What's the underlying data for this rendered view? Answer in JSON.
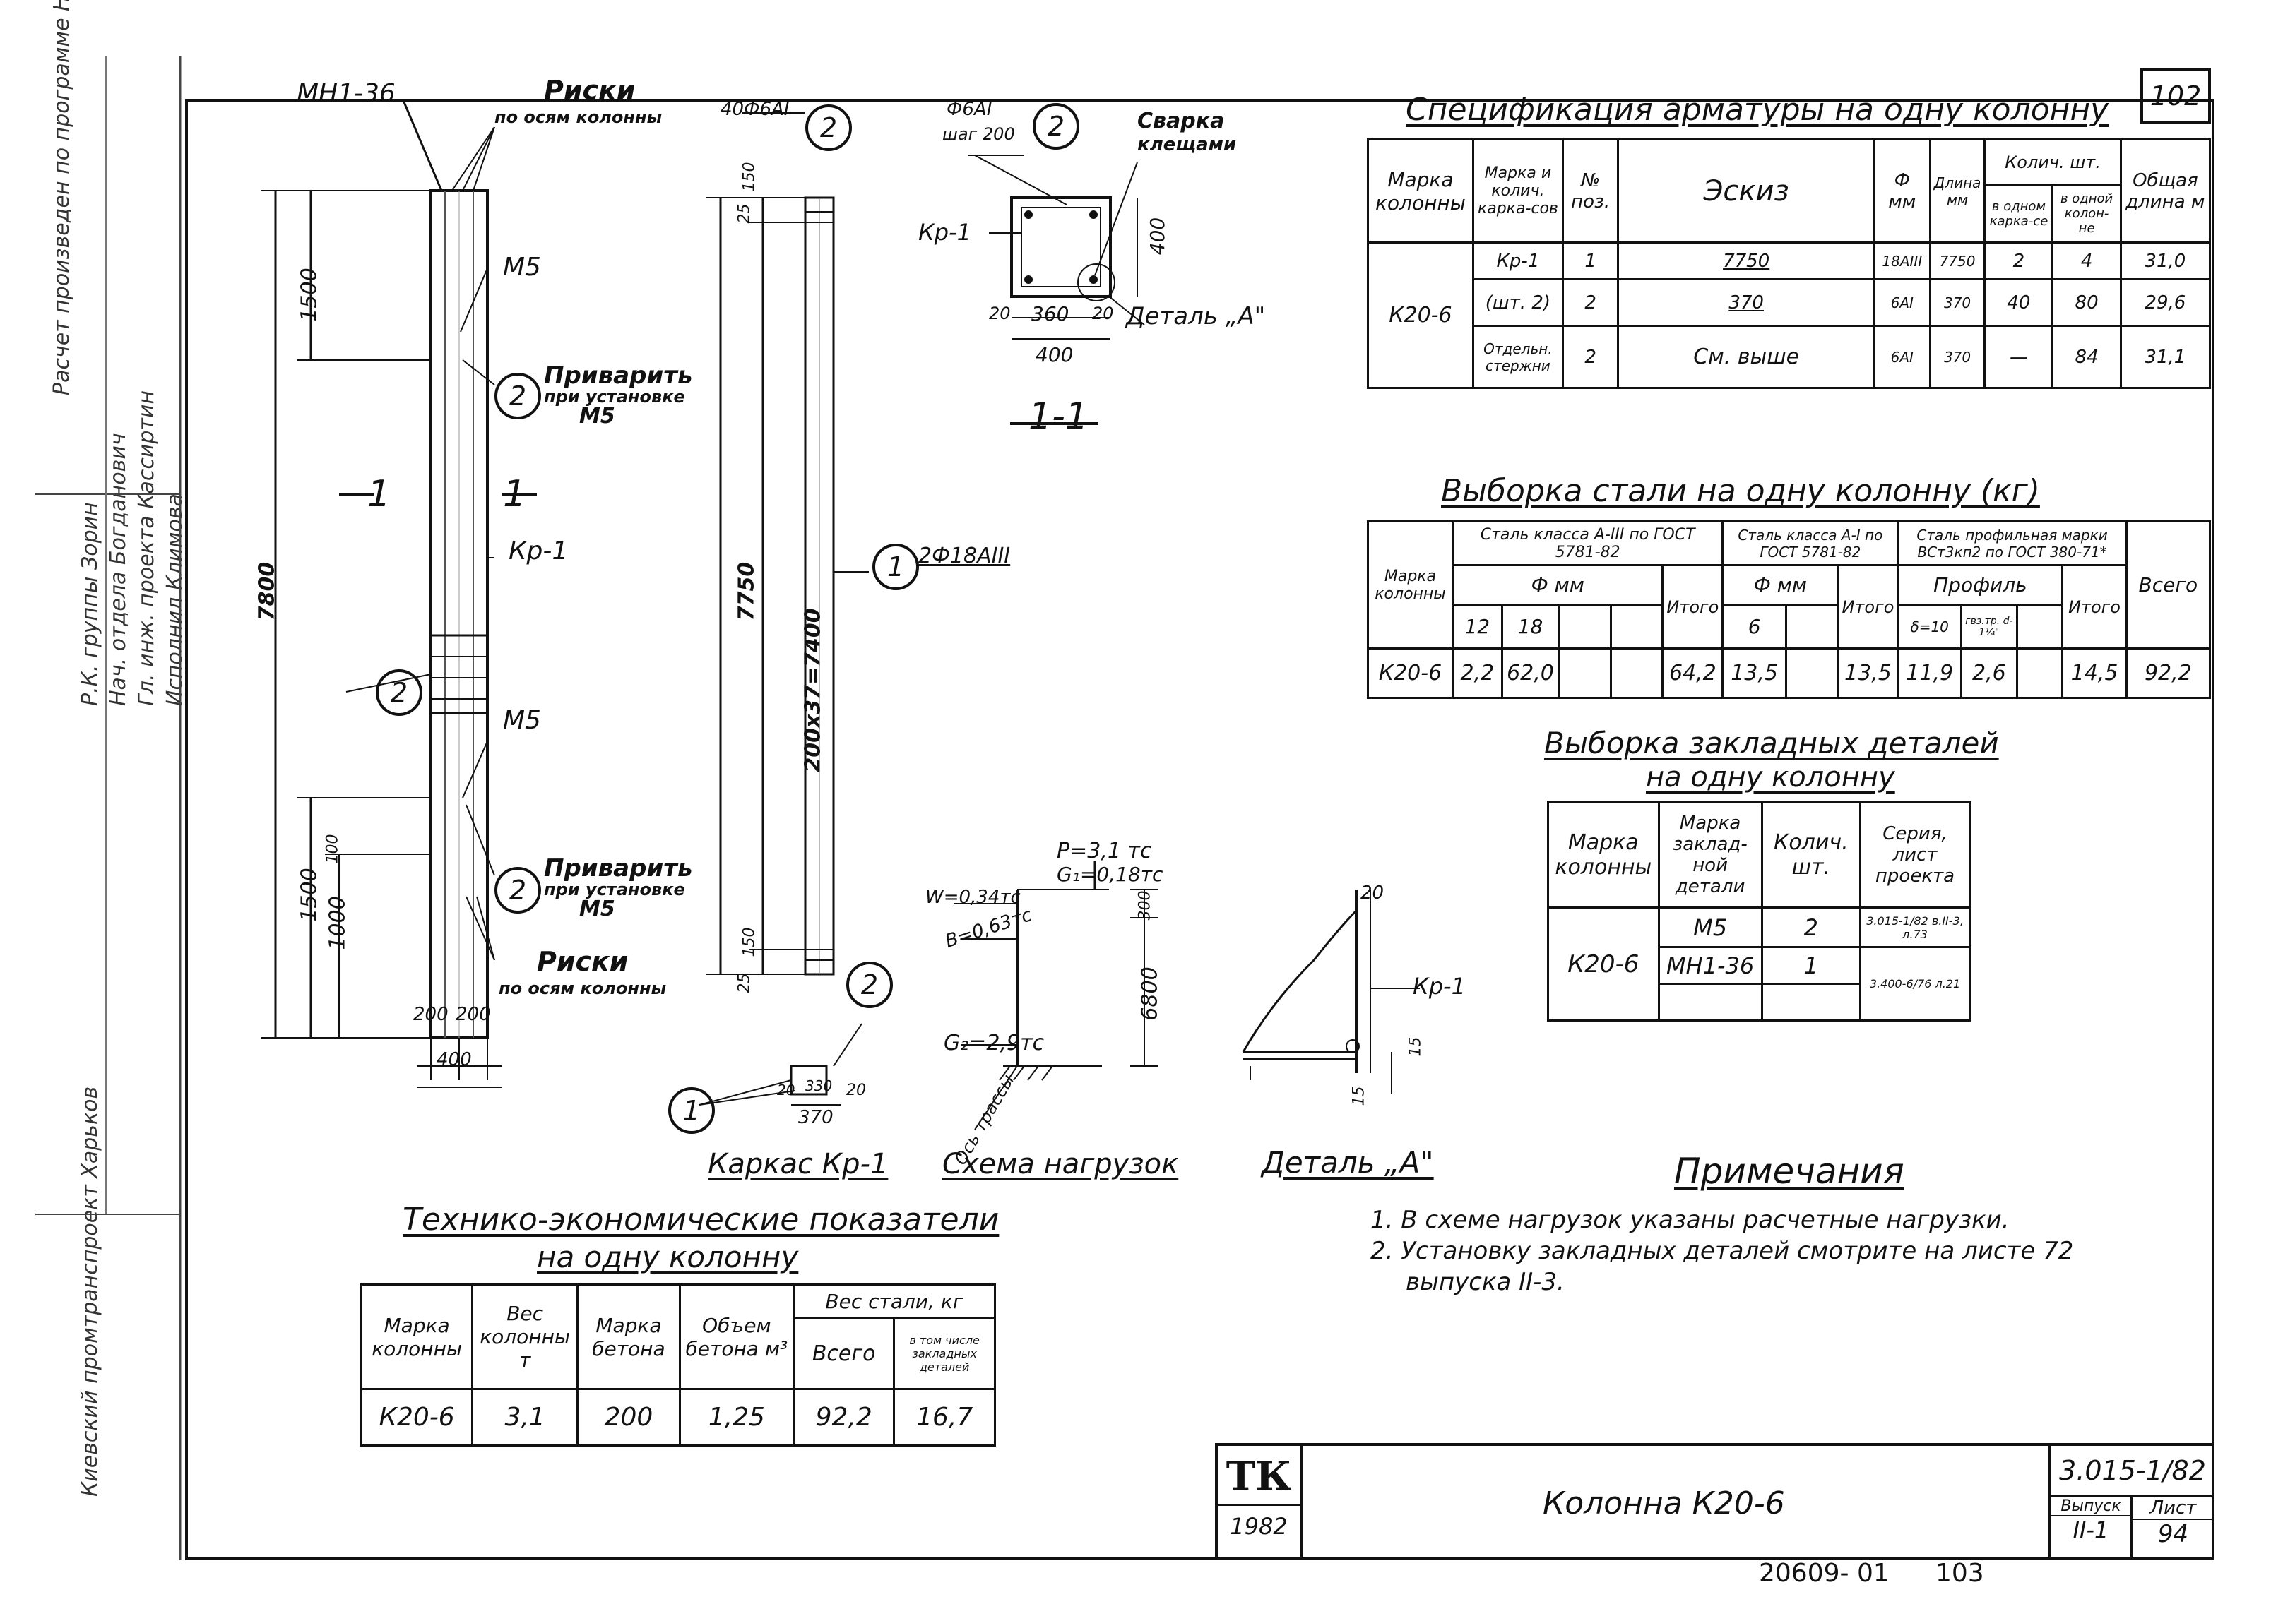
{
  "sheet": {
    "page_number": "102",
    "code": "3.015-1/82",
    "title": "Колонна К20-6",
    "issue_label": "Выпуск",
    "issue_value": "II-1",
    "sheet_label": "Лист",
    "sheet_value": "94",
    "org_logo": "ТК",
    "year": "1982",
    "footer_number": "20609- 01",
    "footer_page": "103"
  },
  "side_stamp": {
    "lines": [
      "Расчет произведен по программе НВС",
      "Р.К. группы Зорин",
      "Нач. отдела Богданович",
      "Гл. инж. проекта Кассиртин",
      "Исполнил Климова"
    ],
    "institute": "Киевский промтранспроект Харьков"
  },
  "drawing": {
    "column_labels": {
      "mh": "МН1-36",
      "riski_top": "Риски",
      "riski_top_sub": "по осям колонны",
      "m5_top": "М5",
      "weld_top": "Приварить",
      "weld_top_sub": "при установке",
      "weld_top_m5": "М5",
      "section_a": "1",
      "section_b": "1",
      "kr1": "Кр-1",
      "m5_bottom": "М5",
      "weld_bottom": "Приварить",
      "weld_bottom_sub": "при установке",
      "weld_bottom_m5": "М5",
      "riski_bottom": "Риски",
      "riski_bottom_sub": "по осям колонны",
      "dim_1500_top": "1500",
      "dim_7800": "7800",
      "dim_1500_bottom": "1500",
      "dim_1000": "1000",
      "dim_100": "100",
      "dim_200a": "200",
      "dim_200b": "200",
      "dim_400": "400",
      "circle_2a": "2",
      "circle_2b": "2",
      "circle_2c": "2"
    },
    "cage_labels": {
      "top_rebar": "40Ф6АI",
      "circle_2": "2",
      "circle_1": "1",
      "rebar_1": "2Ф18АIII",
      "dim_7750": "7750",
      "dim_spacing": "200х37=7400",
      "dim_150_top": "150",
      "dim_25_top": "25",
      "dim_150_bottom": "150",
      "dim_25_bottom": "25",
      "caption": "Каркас Кр-1",
      "small_circle_2": "2",
      "small_circle_1": "1",
      "small_dim_20a": "20",
      "small_dim_330": "330",
      "small_dim_20b": "20",
      "small_dim_370": "370"
    },
    "section_labels": {
      "rebar": "Ф6АI",
      "step": "шаг 200",
      "circle_2": "2",
      "weld": "Сварка",
      "weld_sub": "клещами",
      "kr1": "Кр-1",
      "dim_400v": "400",
      "dim_20a": "20",
      "dim_360": "360",
      "dim_20b": "20",
      "dim_400h": "400",
      "detail": "Деталь „А\"",
      "caption": "1-1"
    },
    "load_scheme": {
      "p": "P=3,1 тс",
      "g1": "G₁=0,18тс",
      "w": "W=0,34тс",
      "b": "B=0,63тс",
      "g2": "G₂=2,9тс",
      "dim_300": "300",
      "dim_6800": "6800",
      "axis": "Ось трассы",
      "caption": "Схема нагрузок"
    },
    "detail_a": {
      "dim_20": "20",
      "kr1": "Кр-1",
      "dim_15a": "15",
      "dim_15b": "15",
      "caption": "Деталь „А\""
    }
  },
  "spec_table": {
    "title": "Спецификация арматуры на одну колонну",
    "headers": [
      "Марка колонны",
      "Марка и колич. карка-сов",
      "№ поз.",
      "Эскиз",
      "Ф мм",
      "Длина мм",
      "Колич. шт.",
      "Общая длина м"
    ],
    "sub_headers": [
      "в одном карка-се",
      "в одной колон-не"
    ],
    "mark": "К20-6",
    "rows": [
      {
        "frame": "Кр-1",
        "pos": "1",
        "sketch": "7750",
        "dia": "18АIII",
        "len": "7750",
        "in_frame": "2",
        "in_col": "4",
        "total": "31,0"
      },
      {
        "frame": "(шт. 2)",
        "pos": "2",
        "sketch": "370",
        "dia": "6АI",
        "len": "370",
        "in_frame": "40",
        "in_col": "80",
        "total": "29,6"
      },
      {
        "frame": "Отдельн. стержни",
        "pos": "2",
        "sketch": "См. выше",
        "dia": "6АI",
        "len": "370",
        "in_frame": "—",
        "in_col": "84",
        "total": "31,1"
      }
    ]
  },
  "steel_table": {
    "title": "Выборка стали на одну колонну (кг)",
    "col_mark": "Марка колонны",
    "group_a3": "Сталь класса А-III по ГОСТ 5781-82",
    "group_a1": "Сталь класса А-I по ГОСТ 5781-82",
    "group_prof": "Сталь профильная марки ВСт3кп2 по ГОСТ 380-71*",
    "phi_mm": "Ф мм",
    "phi_mm2": "Ф мм",
    "profile": "Профиль",
    "d12": "12",
    "d18": "18",
    "itogo": "Итого",
    "d6": "6",
    "itogo2": "Итого",
    "delta10": "δ=10",
    "tube": "гвз.тр. d-1¼\"",
    "itogo3": "Итого",
    "vsego": "Всего",
    "row": [
      "К20-6",
      "2,2",
      "62,0",
      "",
      "",
      "64,2",
      "13,5",
      "",
      "13,5",
      "11,9",
      "2,6",
      "",
      "14,5",
      "92,2"
    ]
  },
  "embedded_table": {
    "title": "Выборка закладных деталей",
    "title2": "на одну колонну",
    "headers": [
      "Марка колонны",
      "Марка заклад-ной детали",
      "Колич. шт.",
      "Серия, лист проекта"
    ],
    "mark": "К20-6",
    "rows": [
      {
        "part": "М5",
        "qty": "2",
        "series": "3.015-1/82 в.II-3, л.73"
      },
      {
        "part": "МН1-36",
        "qty": "1",
        "series": "3.400-6/76 л.21"
      }
    ]
  },
  "notes": {
    "title": "Примечания",
    "items": [
      "1. В схеме нагрузок указаны расчетные нагрузки.",
      "2. Установку закладных деталей смотрите на листе 72",
      "выпуска II-3."
    ]
  },
  "tep_table": {
    "title": "Технико-экономические показатели",
    "title2": "на одну колонну",
    "headers": [
      "Марка колонны",
      "Вес колонны т",
      "Марка бетона",
      "Объем бетона м³",
      "Вес стали, кг"
    ],
    "sub_headers": [
      "Всего",
      "в том числе закладных деталей"
    ],
    "row": [
      "К20-6",
      "3,1",
      "200",
      "1,25",
      "92,2",
      "16,7"
    ]
  }
}
